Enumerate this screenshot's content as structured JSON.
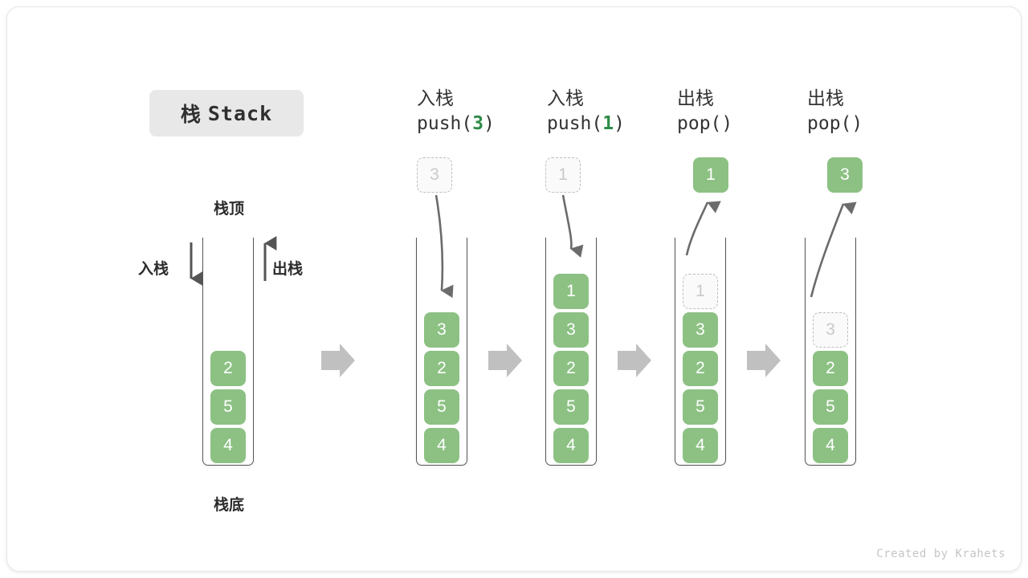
{
  "title": {
    "cn": "栈",
    "en": "Stack"
  },
  "labels": {
    "top": "栈顶",
    "bottom": "栈底",
    "push": "入栈",
    "pop": "出栈"
  },
  "colors": {
    "element": "#8cc183",
    "ghost_border": "#bdbdbd",
    "ghost_text": "#c9c9c9",
    "accent_arg": "#2e8b47",
    "arrow": "#6b6b6b",
    "flow_arrow": "#c0c0c0",
    "chip_bg": "#e8e8e8"
  },
  "columns": [
    {
      "id": "initial",
      "header_cn": "",
      "header_code": "",
      "float_box": null,
      "cells": [
        "4",
        "5",
        "2"
      ],
      "ghost_index": -1
    },
    {
      "id": "push-3",
      "header_cn": "入栈",
      "header_code_prefix": "push(",
      "header_code_arg": "3",
      "header_code_suffix": ")",
      "float_box": {
        "value": "3",
        "style": "ghost"
      },
      "cells": [
        "4",
        "5",
        "2",
        "3"
      ],
      "ghost_index": -1
    },
    {
      "id": "push-1",
      "header_cn": "入栈",
      "header_code_prefix": "push(",
      "header_code_arg": "1",
      "header_code_suffix": ")",
      "float_box": {
        "value": "1",
        "style": "ghost"
      },
      "cells": [
        "4",
        "5",
        "2",
        "3",
        "1"
      ],
      "ghost_index": -1
    },
    {
      "id": "pop-1",
      "header_cn": "出栈",
      "header_code_prefix": "pop(",
      "header_code_arg": "",
      "header_code_suffix": ")",
      "float_box": {
        "value": "1",
        "style": "solid"
      },
      "cells": [
        "4",
        "5",
        "2",
        "3",
        "1"
      ],
      "ghost_index": 4
    },
    {
      "id": "pop-3",
      "header_cn": "出栈",
      "header_code_prefix": "pop(",
      "header_code_arg": "",
      "header_code_suffix": ")",
      "float_box": {
        "value": "3",
        "style": "solid"
      },
      "cells": [
        "4",
        "5",
        "2",
        "3"
      ],
      "ghost_index": 3
    }
  ],
  "credit": "Created by Krahets"
}
